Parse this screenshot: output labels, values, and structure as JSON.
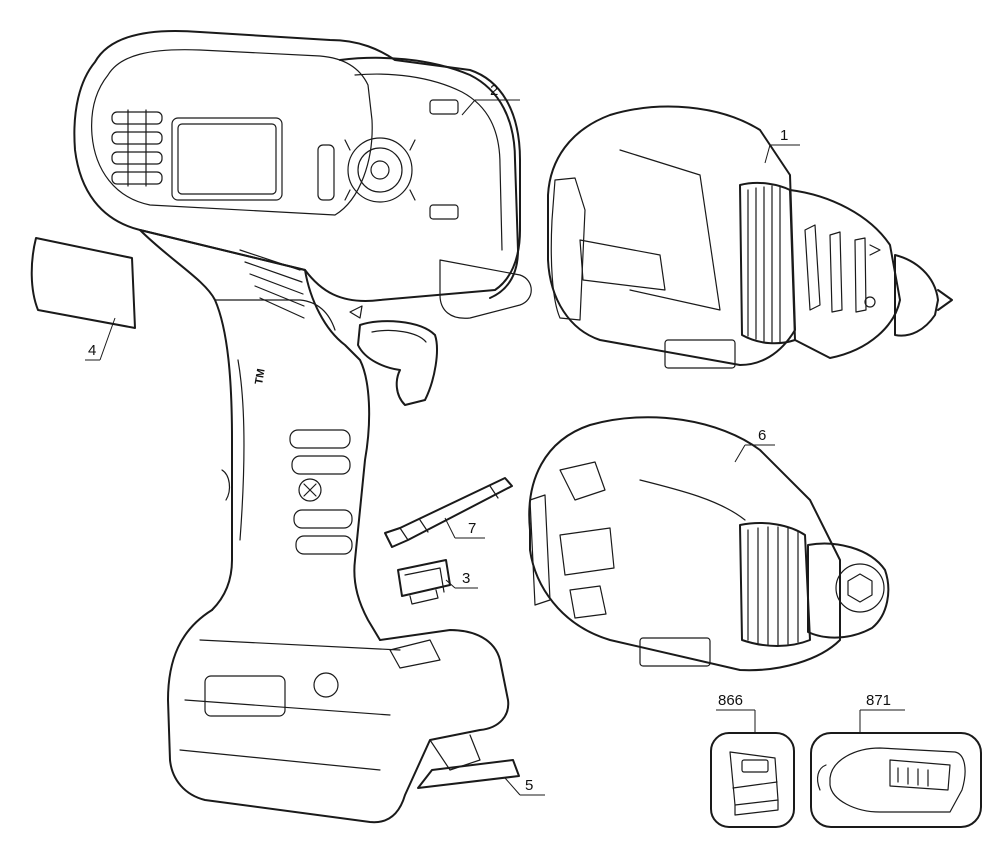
{
  "labels": {
    "p1": "1",
    "p2": "2",
    "p3": "3",
    "p4": "4",
    "p5": "5",
    "p6": "6",
    "p7": "7",
    "p866": "866",
    "p871": "871"
  },
  "tm_mark": "TM",
  "stroke_color": "#1a1a1a",
  "background": "#ffffff"
}
